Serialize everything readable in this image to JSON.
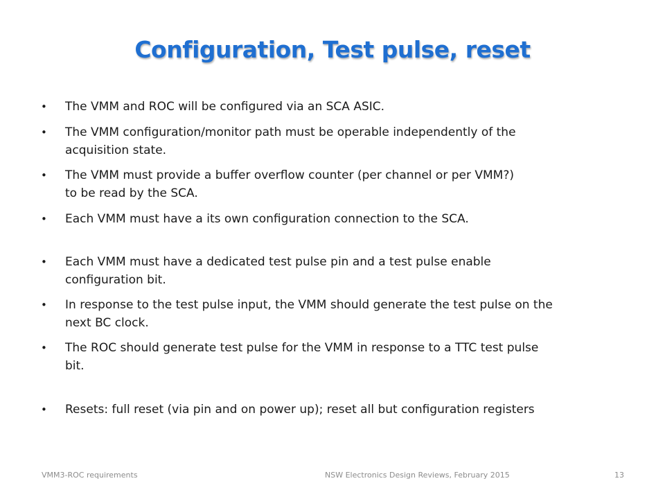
{
  "slide": {
    "title": "Configuration, Test pulse, reset",
    "bullet_char": "•",
    "bullets": [
      {
        "lines": [
          "The VMM and ROC will be configured via an SCA ASIC."
        ]
      },
      {
        "lines": [
          "The VMM configuration/monitor path must be operable independently of the",
          "acquisition state."
        ]
      },
      {
        "lines": [
          "The VMM must provide a buffer overflow counter (per channel or per VMM?)",
          "to be read by the SCA."
        ]
      },
      {
        "lines": [
          "Each VMM must have a its own configuration connection to the SCA."
        ]
      },
      {
        "lines": [
          "Each VMM must have a dedicated test pulse pin and a test pulse enable",
          "configuration bit."
        ]
      },
      {
        "lines": [
          "In response to the test pulse input, the VMM should generate the test pulse on the",
          "next BC clock."
        ]
      },
      {
        "lines": [
          "The ROC should generate test pulse for the VMM in response to a TTC test pulse",
          "bit."
        ]
      },
      {
        "lines": [
          "Resets: full reset (via pin and on power up); reset all but configuration registers"
        ]
      }
    ]
  },
  "footer": {
    "left": "VMM3-ROC requirements",
    "center": "NSW Electronics Design Reviews, February 2015",
    "page_number": "13"
  },
  "colors": {
    "title": "#1f6fd1",
    "body_text": "#1a1a1a",
    "footer_text": "#8c8c8c",
    "background": "#ffffff"
  }
}
